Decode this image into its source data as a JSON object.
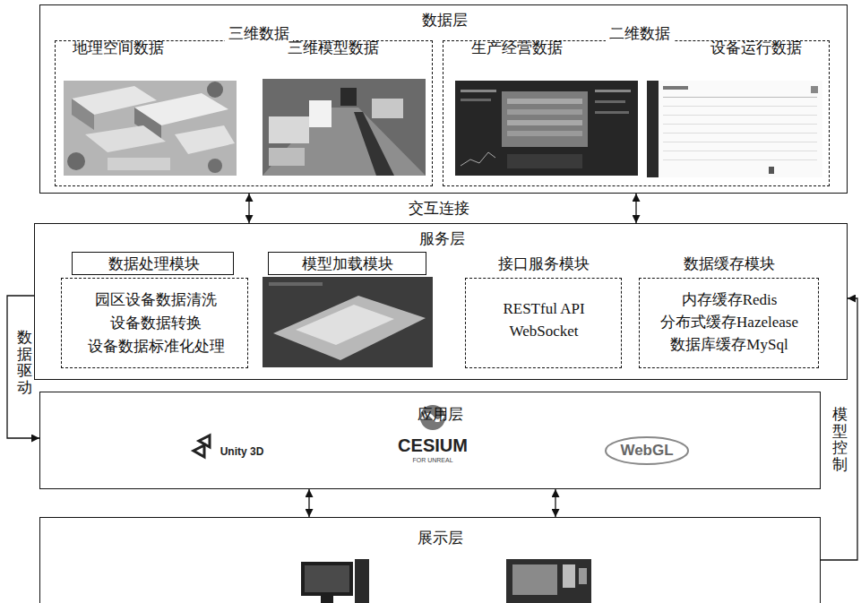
{
  "diagram": {
    "nodes": [
      {
        "text": [
          "数据层"
        ]
      },
      {
        "text": [
          "地理空间数据",
          "三维数据",
          "三维模型数据"
        ],
        "in": 0
      },
      {
        "text": [
          "生产经营数据",
          "二维数据",
          "设备运行数据"
        ],
        "in": 0
      },
      {
        "text": [
          "服务层"
        ]
      },
      {
        "text": [
          "数据处理模块"
        ],
        "in": 3
      },
      {
        "text": [
          "园区设备数据清洗",
          "设备数据转换",
          "设备数据标准化处理"
        ],
        "in": 3
      },
      {
        "text": [
          "模型加载模块"
        ],
        "in": 3
      },
      {
        "text": [
          "接口服务模块",
          "RESTful API",
          "WebSocket"
        ],
        "in": 3
      },
      {
        "text": [
          "数据缓存模块",
          "内存缓存Redis",
          "分布式缓存Hazelease",
          "数据库缓存MySql"
        ],
        "in": 3
      },
      {
        "text": [
          "应用层"
        ]
      },
      {
        "text": [
          "展示层"
        ]
      }
    ],
    "edges": [
      {
        "from": 0,
        "to": 3,
        "arrow": "both"
      },
      {
        "from": 0,
        "to": 3,
        "arrow": "both"
      },
      {
        "from": 3,
        "to": 9,
        "label": "数据驱动",
        "arrow": "to"
      },
      {
        "from": 9,
        "to": 10,
        "arrow": "both"
      },
      {
        "from": 9,
        "to": 10,
        "arrow": "both"
      },
      {
        "from": 10,
        "to": 3,
        "label": "模型控制",
        "arrow": "to"
      }
    ],
    "labels": [
      "交互连接",
      "Unity 3D",
      "CESIUM",
      "FOR UNREAL",
      "WebGL"
    ]
  }
}
